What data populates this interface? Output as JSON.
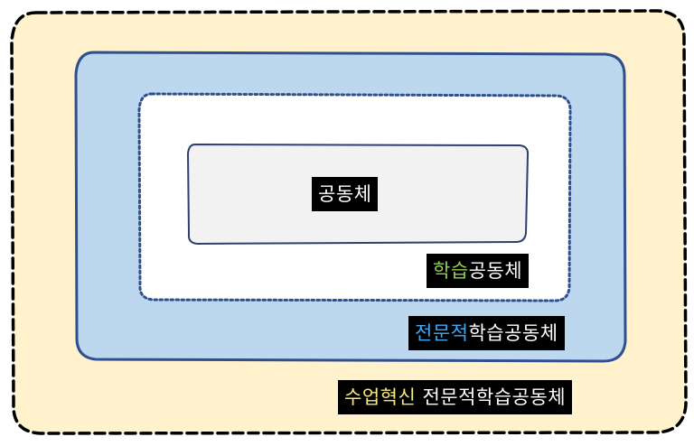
{
  "diagram": {
    "layers": [
      {
        "id": "outer",
        "fill": "#fff2cc",
        "border": "#000000",
        "border_style": "dashed"
      },
      {
        "id": "second",
        "fill": "#bdd7ee",
        "border": "#2f4f8f",
        "border_style": "solid"
      },
      {
        "id": "third",
        "fill": "#ffffff",
        "border": "#2f4f8f",
        "border_style": "dotted"
      },
      {
        "id": "inner",
        "fill": "#f2f2f2",
        "border": "#2f3f6f",
        "border_style": "solid"
      }
    ],
    "labels": {
      "community": {
        "text": "공동체"
      },
      "learning": {
        "highlight": "학습",
        "rest": "공동체",
        "highlight_color": "#92d050"
      },
      "professional": {
        "highlight": "전문적",
        "rest": "학습공동체",
        "highlight_color": "#3fa9f5"
      },
      "innovation": {
        "highlight": "수업혁신",
        "rest": " 전문적학습공동체",
        "highlight_color": "#f5e97a"
      }
    }
  }
}
